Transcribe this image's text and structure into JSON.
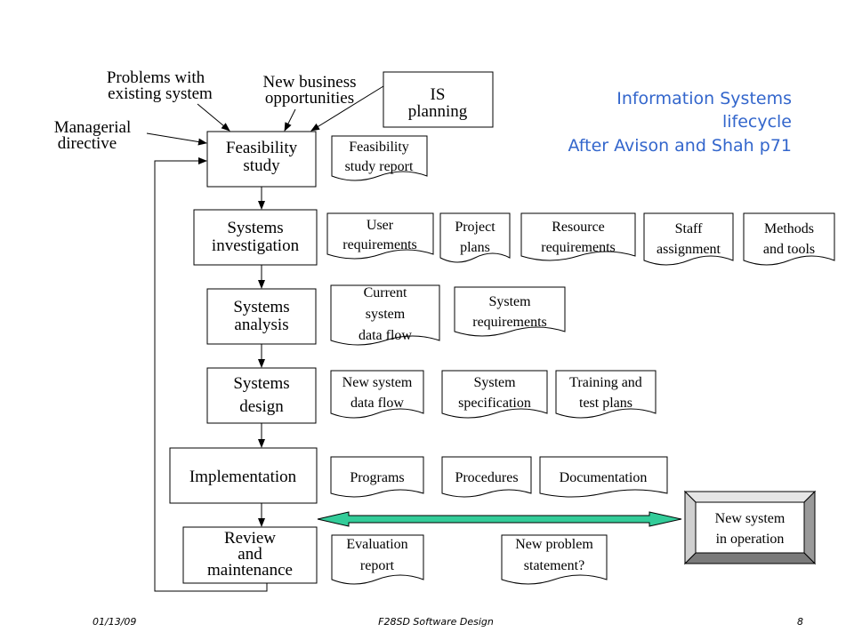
{
  "title": {
    "line1": "Information Systems",
    "line2": "lifecycle",
    "line3": "After Avison and Shah p71",
    "color": "#3366cc"
  },
  "inputs": {
    "problems_line1": "Problems with",
    "problems_line2": "existing system",
    "opportunities_line1": "New business",
    "opportunities_line2": "opportunities",
    "managerial_line1": "Managerial",
    "managerial_line2": "directive",
    "is_planning_line1": "IS",
    "is_planning_line2": "planning"
  },
  "stages": {
    "feasibility_line1": "Feasibility",
    "feasibility_line2": "study",
    "investigation_line1": "Systems",
    "investigation_line2": "investigation",
    "analysis_line1": "Systems",
    "analysis_line2": "analysis",
    "design_line1": "Systems",
    "design_line2": "design",
    "implementation": "Implementation",
    "review_line1": "Review",
    "review_line2": "and",
    "review_line3": "maintenance"
  },
  "documents": {
    "feasibility_report_line1": "Feasibility",
    "feasibility_report_line2": "study report",
    "user_req_line1": "User",
    "user_req_line2": "requirements",
    "project_plans_line1": "Project",
    "project_plans_line2": "plans",
    "resource_req_line1": "Resource",
    "resource_req_line2": "requirements",
    "staff_line1": "Staff",
    "staff_line2": "assignment",
    "methods_line1": "Methods",
    "methods_line2": "and tools",
    "current_flow_line1": "Current",
    "current_flow_line2": "system",
    "current_flow_line3": "data flow",
    "system_req_line1": "System",
    "system_req_line2": "requirements",
    "new_flow_line1": "New system",
    "new_flow_line2": "data flow",
    "system_spec_line1": "System",
    "system_spec_line2": "specification",
    "training_line1": "Training and",
    "training_line2": "test plans",
    "programs": "Programs",
    "procedures": "Procedures",
    "documentation": "Documentation",
    "evaluation_line1": "Evaluation",
    "evaluation_line2": "report",
    "new_problem_line1": "New problem",
    "new_problem_line2": "statement?"
  },
  "operation": {
    "line1": "New system",
    "line2": "in operation"
  },
  "colors": {
    "double_arrow": "#33cc99"
  },
  "footer": {
    "date": "01/13/09",
    "course": "F28SD Software Design",
    "page": "8"
  }
}
